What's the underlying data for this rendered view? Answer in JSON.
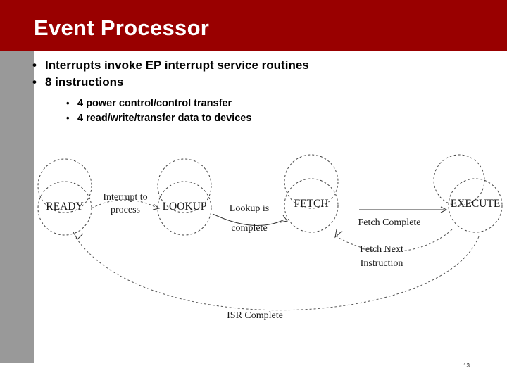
{
  "slide": {
    "title": "Event Processor",
    "page_number": "13",
    "colors": {
      "title_band": "#990000",
      "side_band": "#999999",
      "title_text": "#ffffff",
      "body_text": "#000000"
    }
  },
  "bullets": {
    "level1": [
      {
        "marker": "•",
        "text": "Interrupts invoke EP interrupt service routines"
      },
      {
        "marker": "•",
        "text": "8 instructions"
      }
    ],
    "level2": [
      {
        "marker": "•",
        "text": "4 power control/control transfer"
      },
      {
        "marker": "•",
        "text": "4 read/write/transfer data to devices"
      }
    ]
  },
  "diagram": {
    "type": "state-machine",
    "nodes": [
      {
        "id": "ready",
        "label": "READY"
      },
      {
        "id": "lookup",
        "label": "LOOKUP"
      },
      {
        "id": "fetch",
        "label": "FETCH"
      },
      {
        "id": "execute",
        "label": "EXECUTE"
      }
    ],
    "edges": [
      {
        "from": "ready",
        "to": "lookup",
        "label_line1": "Interrupt to",
        "label_line2": "process"
      },
      {
        "from": "lookup",
        "to": "fetch",
        "label_line1": "Lookup is",
        "label_line2": "complete"
      },
      {
        "from": "fetch",
        "to": "execute",
        "label_line1": "Fetch Complete",
        "label_line2": ""
      },
      {
        "from": "execute",
        "to": "fetch",
        "label_line1": "Fetch Next",
        "label_line2": "Instruction"
      },
      {
        "from": "execute",
        "to": "ready",
        "label_line1": "ISR Complete",
        "label_line2": ""
      }
    ]
  }
}
